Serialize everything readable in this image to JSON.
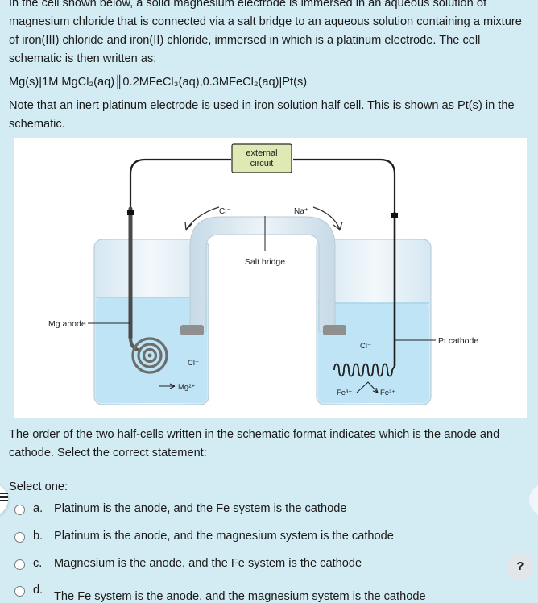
{
  "question": {
    "paragraph1": "In the cell shown below, a solid magnesium electrode is immersed in an aqueous solution of magnesium chloride that is connected via a salt bridge to an aqueous solution containing a mixture of iron(III) chloride and iron(II) chloride, immersed in which is a platinum electrode. The cell schematic is then written as:",
    "schematic": "Mg(s)|1M MgCl₂(aq)║0.2MFeCl₃(aq),0.3MFeCl₂(aq)|Pt(s)",
    "paragraph2": "Note that an inert platinum electrode is used in iron solution half cell. This is shown as Pt(s) in the schematic.",
    "paragraph3": "The order of the two half-cells written in the schematic format indicates which is the anode and cathode. Select the correct statement:"
  },
  "figure": {
    "external_circuit_line1": "external",
    "external_circuit_line2": "circuit",
    "cl_top": "Cl⁻",
    "na_top": "Na⁺",
    "salt_bridge": "Salt bridge",
    "mg_anode": "Mg anode",
    "cl_left": "Cl⁻",
    "mg_ion": "Mg²⁺",
    "cl_right": "Cl⁻",
    "pt_cathode": "Pt cathode",
    "fe3": "Fe³⁺",
    "fe2": "Fe²⁺"
  },
  "select_label": "Select one:",
  "options": [
    {
      "letter": "a.",
      "text": "Platinum is the anode, and the Fe system is the cathode"
    },
    {
      "letter": "b.",
      "text": "Platinum is the anode, and the magnesium system is the cathode"
    },
    {
      "letter": "c.",
      "text": "Magnesium is the anode, and the Fe system is the cathode"
    },
    {
      "letter": "d.",
      "text": "The Fe system is the anode, and the magnesium system is the cathode"
    }
  ],
  "help_symbol": "?",
  "icons": [
    "menu-icon",
    "help-icon"
  ],
  "colors": {
    "page_background": "#d3ebf3",
    "solution": "#bfe4f5",
    "beaker_glass": "#e6f1f8"
  }
}
